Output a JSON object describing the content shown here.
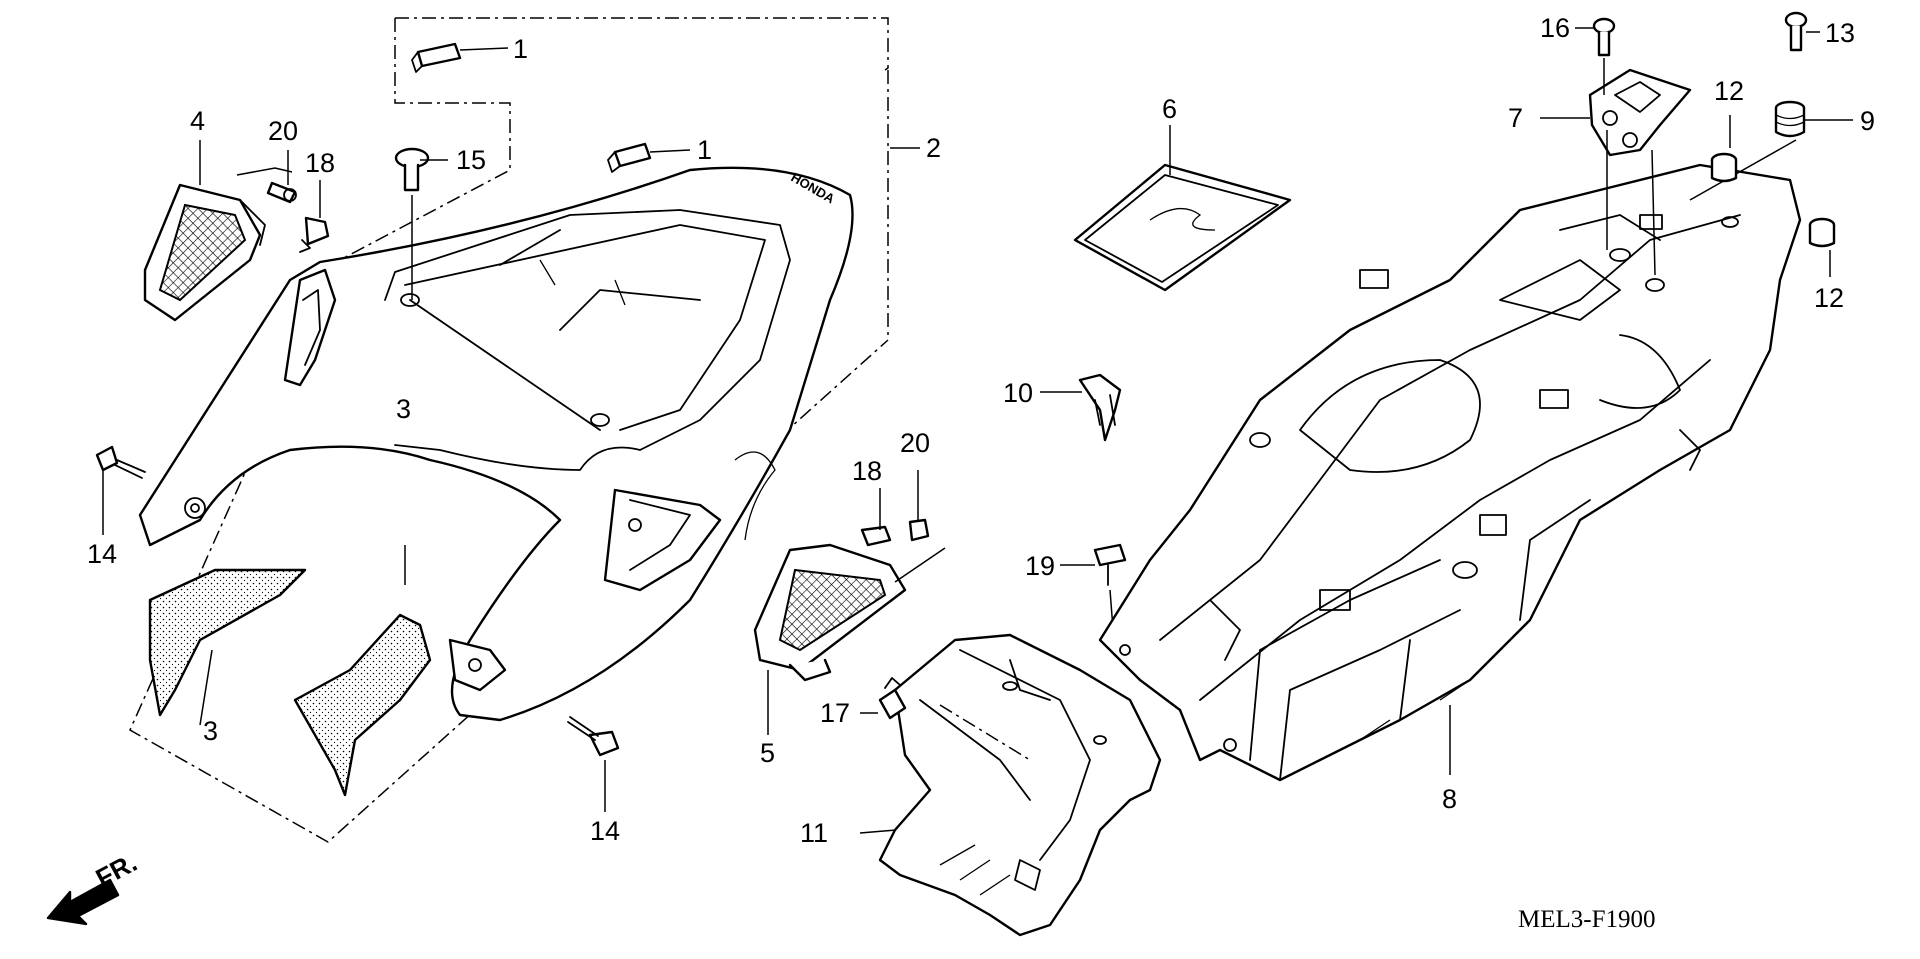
{
  "diagram": {
    "code": "MEL3-F1900",
    "front_label": "FR.",
    "brand_mark": "HONDA",
    "callouts": {
      "c1a": "1",
      "c1b": "1",
      "c2": "2",
      "c3a": "3",
      "c3b": "3",
      "c4": "4",
      "c5": "5",
      "c6": "6",
      "c7": "7",
      "c8": "8",
      "c9": "9",
      "c10": "10",
      "c11": "11",
      "c12a": "12",
      "c12b": "12",
      "c13": "13",
      "c14a": "14",
      "c14b": "14",
      "c15": "15",
      "c16": "16",
      "c17": "17",
      "c18a": "18",
      "c18b": "18",
      "c19": "19",
      "c20a": "20",
      "c20b": "20"
    }
  }
}
